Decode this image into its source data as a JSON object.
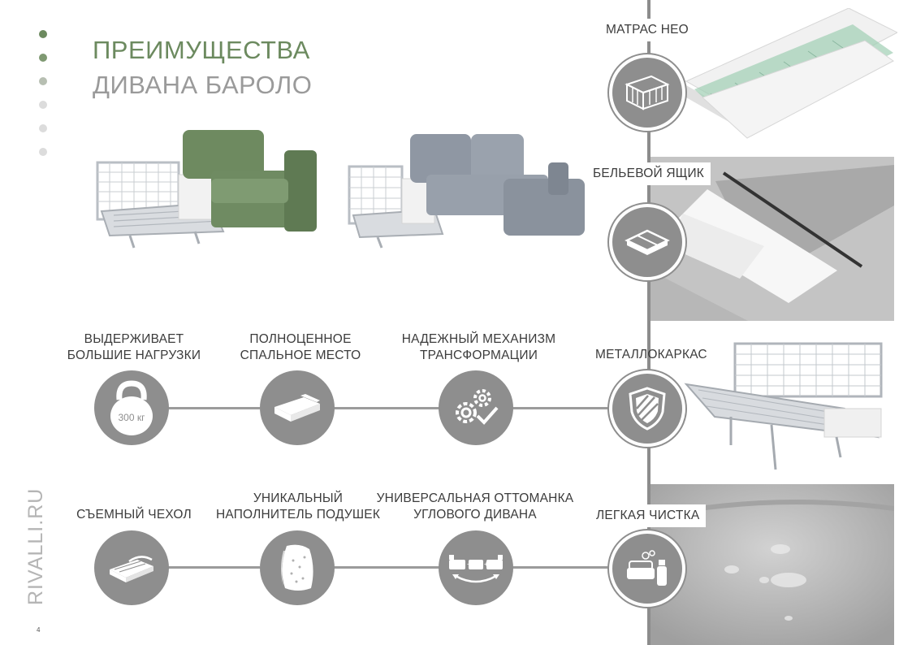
{
  "nav_dots": [
    {
      "color": "#6c8a5f"
    },
    {
      "color": "#7f9972"
    },
    {
      "color": "#b7bfb2"
    },
    {
      "color": "#dcdcdc"
    },
    {
      "color": "#dcdcdc"
    },
    {
      "color": "#dcdcdc"
    }
  ],
  "title": {
    "line1": "ПРЕИМУЩЕСТВА",
    "line2": "ДИВАНА БАРОЛО"
  },
  "colors": {
    "accent_green": "#6c8a5f",
    "icon_gray": "#8e8e8e",
    "line_gray": "#9b9b9b"
  },
  "side_features": {
    "mattress": {
      "label": "МАТРАС НЕО",
      "icon": "mattress-springs-icon"
    },
    "storage": {
      "label": "БЕЛЬЕВОЙ ЯЩИК",
      "icon": "storage-box-icon"
    },
    "frame": {
      "label": "МЕТАЛЛОКАРКАС",
      "icon": "shield-icon"
    },
    "cleaning": {
      "label": "ЛЕГКАЯ ЧИСТКА",
      "icon": "cleaning-spray-icon"
    }
  },
  "row1": [
    {
      "label_l1": "ВЫДЕРЖИВАЕТ",
      "label_l2": "БОЛЬШИЕ НАГРУЗКИ",
      "icon": "kettlebell-icon",
      "icon_text": "300 кг"
    },
    {
      "label_l1": "ПОЛНОЦЕННОЕ",
      "label_l2": "СПАЛЬНОЕ МЕСТО",
      "icon": "bed-icon"
    },
    {
      "label_l1": "НАДЕЖНЫЙ МЕХАНИЗМ",
      "label_l2": "ТРАНСФОРМАЦИИ",
      "icon": "gears-check-icon"
    }
  ],
  "row2": [
    {
      "label_l1": "СЪЕМНЫЙ ЧЕХОЛ",
      "icon": "removable-cover-icon"
    },
    {
      "label_l1": "УНИКАЛЬНЫЙ",
      "label_l2": "НАПОЛНИТЕЛЬ ПОДУШЕК",
      "icon": "pillow-icon"
    },
    {
      "label_l1": "УНИВЕРСАЛЬНАЯ ОТТОМАНКА",
      "label_l2": "УГЛОВОГО ДИВАНА",
      "icon": "sofa-swap-icon"
    }
  ],
  "side_text": "RIVALLI.RU",
  "page_number": "4"
}
